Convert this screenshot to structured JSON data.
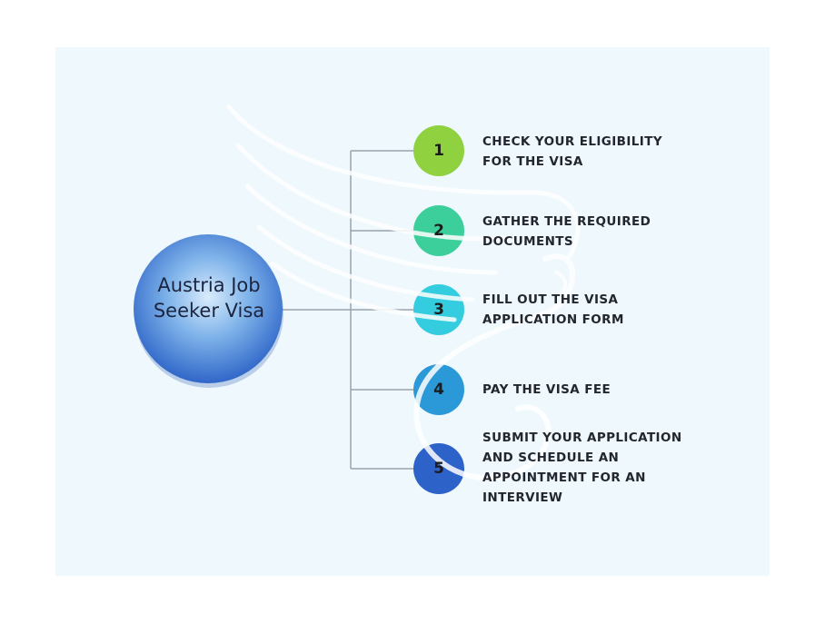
{
  "hub": {
    "line1": "Austria Job",
    "line2": "Seeker Visa"
  },
  "steps": [
    {
      "number": "1",
      "color": "#8fd13f",
      "lines": [
        "CHECK YOUR ELIGIBILITY",
        "FOR THE VISA"
      ]
    },
    {
      "number": "2",
      "color": "#3ccf9b",
      "lines": [
        "GATHER THE REQUIRED",
        "DOCUMENTS"
      ]
    },
    {
      "number": "3",
      "color": "#34cde0",
      "lines": [
        "FILL OUT THE VISA",
        "APPLICATION FORM"
      ]
    },
    {
      "number": "4",
      "color": "#2b98d8",
      "lines": [
        "PAY THE VISA FEE"
      ]
    },
    {
      "number": "5",
      "color": "#2d62c9",
      "lines": [
        "SUBMIT YOUR APPLICATION",
        "AND SCHEDULE AN",
        "APPOINTMENT FOR AN",
        "INTERVIEW"
      ]
    }
  ]
}
